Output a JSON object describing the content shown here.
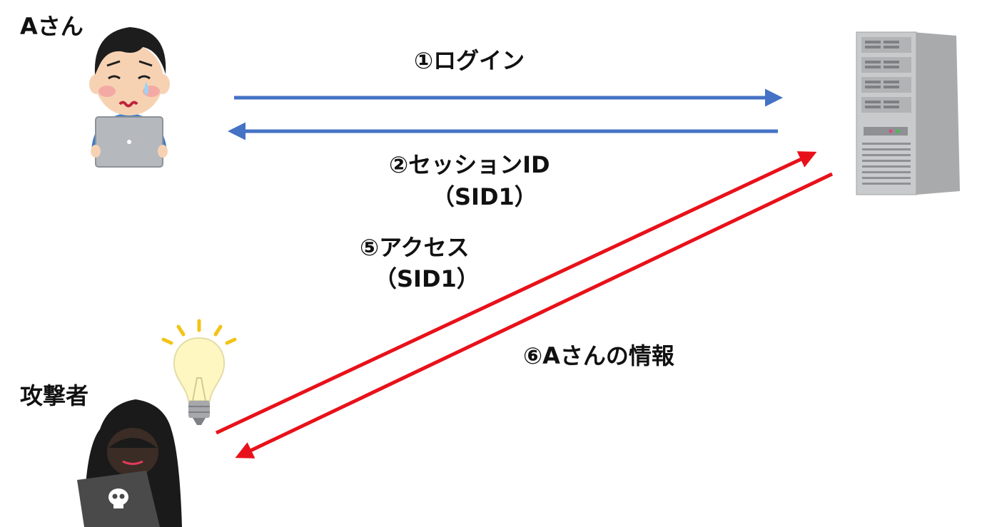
{
  "actors": {
    "user": {
      "name": "Aさん",
      "icon": "worried-user-laptop-icon"
    },
    "server": {
      "icon": "server-tower-icon"
    },
    "attacker": {
      "name": "攻撃者",
      "icon": "hooded-hacker-laptop-icon",
      "idea_icon": "lightbulb-icon"
    }
  },
  "steps": {
    "login": {
      "label": "①ログイン",
      "color": "#4472C4"
    },
    "session_id": {
      "label": "②セッションID",
      "sublabel": "（SID1）",
      "color": "#4472C4"
    },
    "access": {
      "label": "⑤アクセス",
      "sublabel": "（SID1）",
      "color": "#E8111A"
    },
    "info": {
      "label": "⑥Aさんの情報",
      "color": "#E8111A"
    }
  }
}
